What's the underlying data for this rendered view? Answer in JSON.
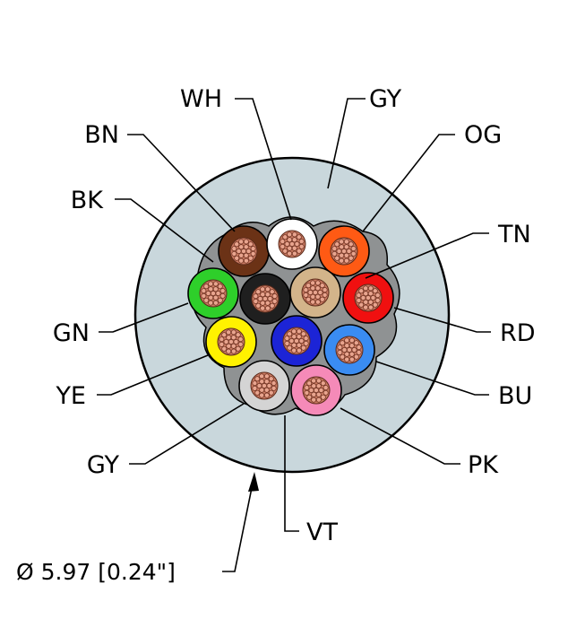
{
  "cable": {
    "jacket_color": "#c9d7dc",
    "inner_fill_color": "#8f9293",
    "diameter_label": "Ø 5.97 [0.24\"]"
  },
  "conductors": [
    {
      "code": "BN",
      "color": "#6b3216"
    },
    {
      "code": "WH",
      "color": "#ffffff"
    },
    {
      "code": "OG",
      "color": "#ff5a14"
    },
    {
      "code": "GN",
      "color": "#2ecf2a"
    },
    {
      "code": "BK",
      "color": "#1f1f1f"
    },
    {
      "code": "TN",
      "color": "#d3b48a"
    },
    {
      "code": "RD",
      "color": "#f01010"
    },
    {
      "code": "YE",
      "color": "#fff200"
    },
    {
      "code": "BU_dark",
      "color": "#1c24d6"
    },
    {
      "code": "BU",
      "color": "#3a8cf2"
    },
    {
      "code": "GY",
      "color": "#d4d4d4"
    },
    {
      "code": "PK",
      "color": "#f58ab8"
    }
  ],
  "labels": {
    "wh": "WH",
    "gy_top": "GY",
    "bn": "BN",
    "og": "OG",
    "bk": "BK",
    "tn": "TN",
    "gn": "GN",
    "rd": "RD",
    "ye": "YE",
    "bu": "BU",
    "gy_bottom": "GY",
    "pk": "PK",
    "vt": "VT"
  }
}
